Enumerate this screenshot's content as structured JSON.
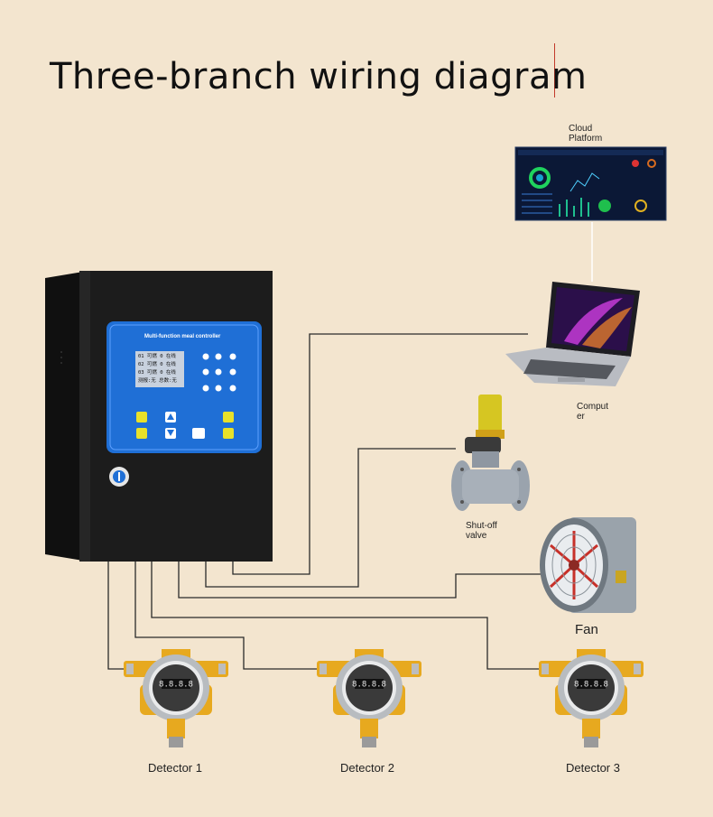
{
  "title": "Three-branch wiring diagram",
  "controller": {
    "panel_title": "Multi-function meal controller",
    "lcd_lines": [
      "01 可燃   0  在线",
      "02 可燃   0  在线",
      "03 可燃   0  在线",
      "测报:无  总数:无"
    ],
    "display_value": "8.8.8.8"
  },
  "labels": {
    "cloud_platform_1": "Cloud",
    "cloud_platform_2": "Platform",
    "computer_1": "Comput",
    "computer_2": "er",
    "shutoff_valve_1": "Shut-off",
    "shutoff_valve_2": "valve",
    "fan": "Fan",
    "detector_1": "Detector 1",
    "detector_2": "Detector 2",
    "detector_3": "Detector 3"
  },
  "colors": {
    "background": "#f3e5cf",
    "controller_body": "#1c1c1c",
    "panel_blue": "#1f6fd6",
    "detector_yellow": "#e7a91f",
    "wire": "#2a2a2a"
  }
}
